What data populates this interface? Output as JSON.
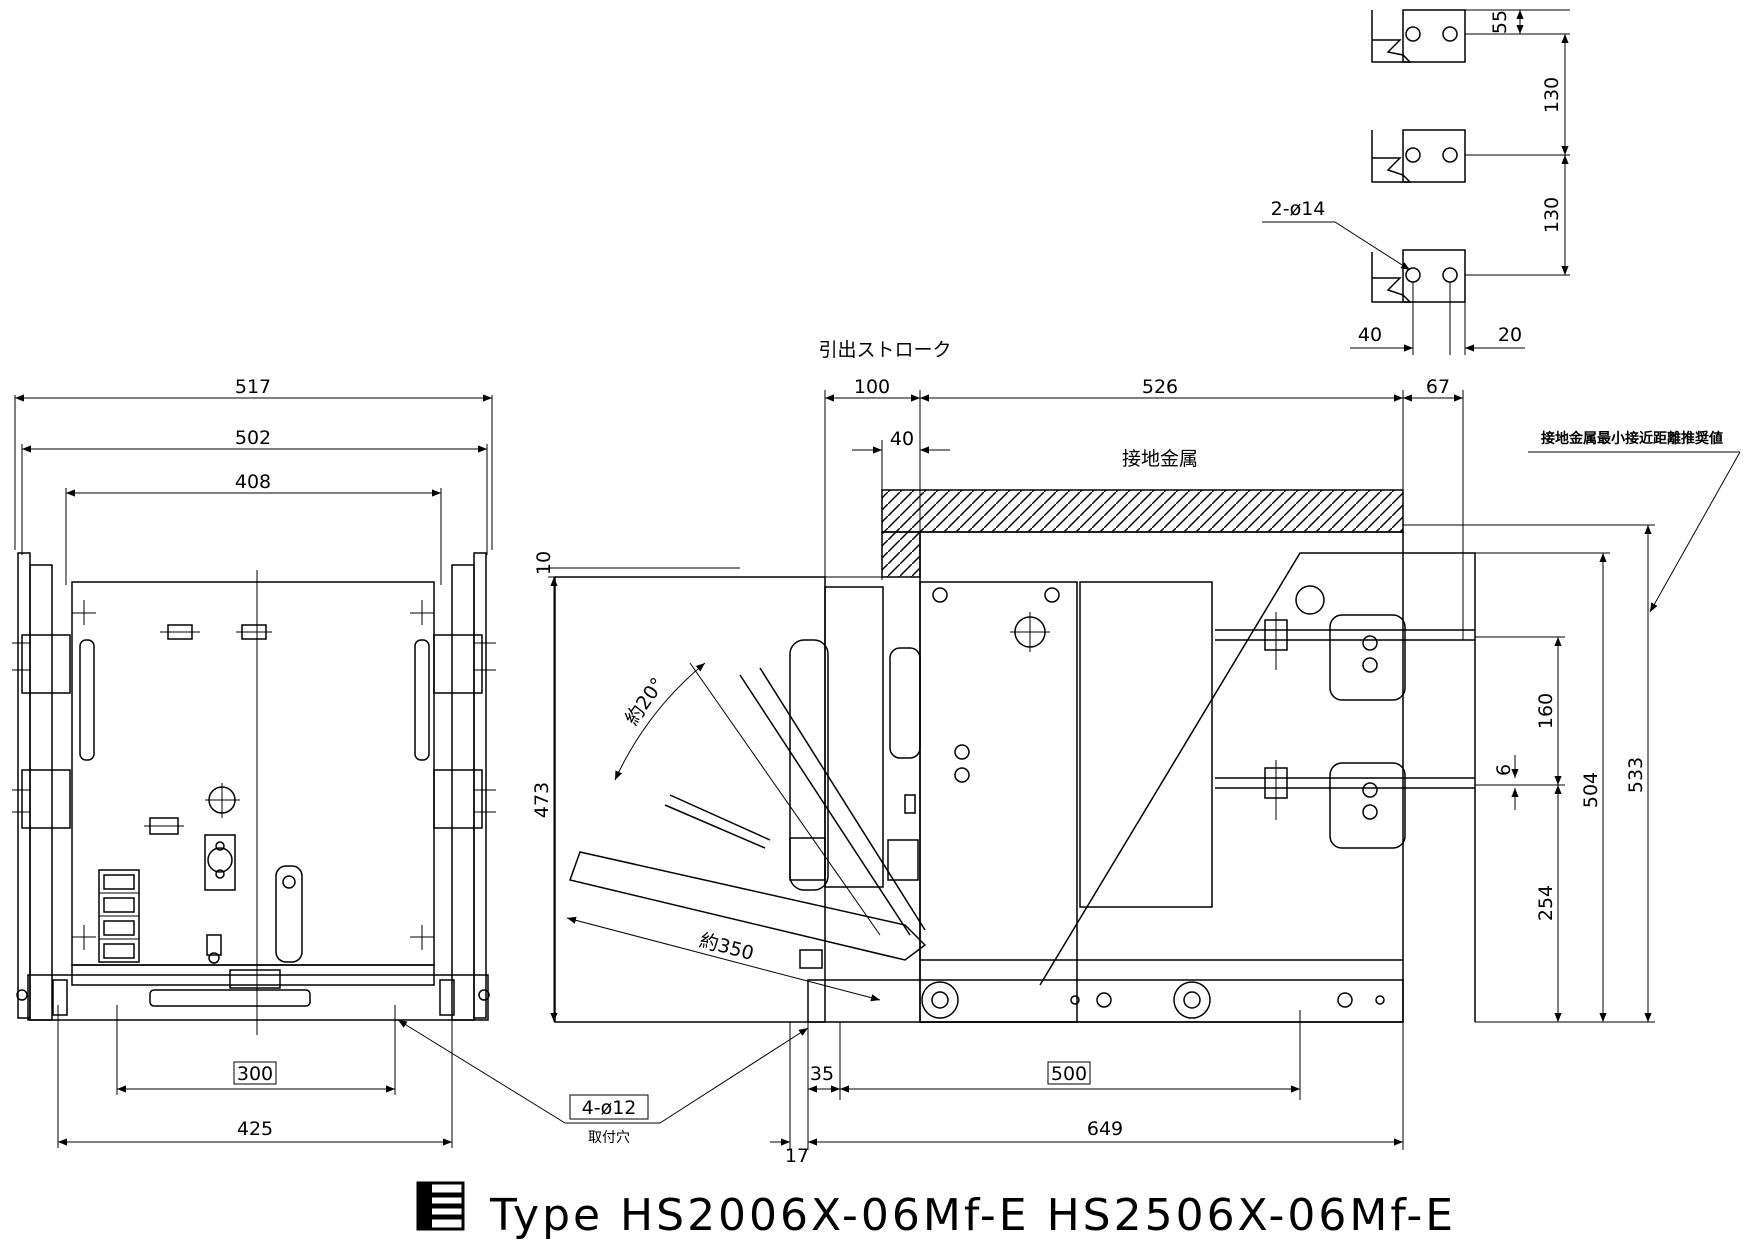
{
  "title": {
    "text": "Type HS2006X-06Mf-E HS2506X-06Mf-E",
    "logo_icon": "fuji-e-logo-icon"
  },
  "front_view": {
    "dims": {
      "overall_width": "517",
      "frame_width": "502",
      "inner_width": "408",
      "mount_pitch_boxed": "300",
      "mount_width": "425"
    },
    "mount_holes": {
      "label": "4-ø12",
      "caption": "取付穴"
    }
  },
  "side_view": {
    "dims": {
      "stroke_100": "100",
      "length_526": "526",
      "offset_67": "67",
      "offset_40": "40",
      "gap_10": "10",
      "height_473": "473",
      "angle_label": "約20°",
      "radius_label": "約350",
      "offset_35": "35",
      "pitch_500_boxed": "500",
      "length_649": "649",
      "offset_17": "17",
      "pitch_160": "160",
      "thick_6": "6",
      "height_254": "254",
      "height_504": "504",
      "height_533": "533"
    },
    "labels": {
      "stroke_label": "引出ストローク",
      "ground_metal": "接地金属",
      "min_distance": "接地金属最小接近距離推奨値"
    }
  },
  "terminal_detail": {
    "dims": {
      "height_55": "55",
      "pitch_130_a": "130",
      "pitch_130_b": "130",
      "offset_40": "40",
      "offset_20": "20"
    },
    "hole_label": "2-ø14"
  }
}
